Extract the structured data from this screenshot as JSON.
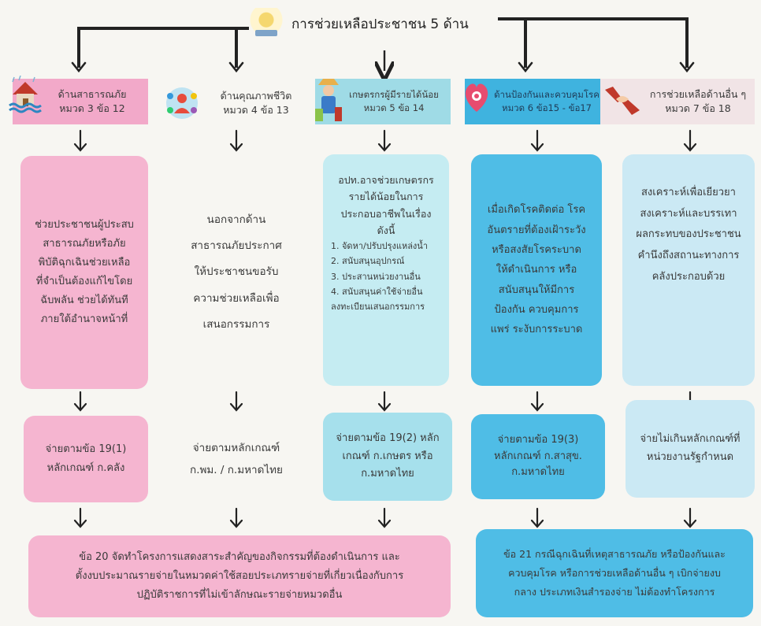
{
  "title": "การช่วยเหลือประชาชน 5 ด้าน",
  "title_icon": "government-logo-icon",
  "columns": [
    {
      "header": [
        "ด้านสาธารณภัย",
        "หมวด 3 ข้อ 12"
      ],
      "icon": "flood-house-icon",
      "box1": [
        "ช่วยประชาชนผู้ประสบ",
        "สาธารณภัยหรือภัย",
        "พิบัติฉุกเฉินช่วยเหลือ",
        "ที่จำเป็นต้องแก้ไขโดย",
        "ฉับพลัน ช่วยได้ทันที",
        "ภายใต้อำนาจหน้าที่"
      ],
      "box2": [
        "จ่ายตามข้อ 19(1)",
        "หลักเกณฑ์ ก.คลัง"
      ]
    },
    {
      "header": [
        "ด้านคุณภาพชีวิต",
        "หมวด 4 ข้อ 13"
      ],
      "icon": "quality-of-life-icon",
      "box1": [
        "นอกจากด้าน",
        "สาธารณภัยประกาศ",
        "ให้ประชาชนขอรับ",
        "ความช่วยเหลือเพื่อ",
        "เสนอกรรมการ"
      ],
      "box2": [
        "จ่ายตามหลักเกณฑ์",
        "ก.พม. / ก.มหาดไทย"
      ]
    },
    {
      "header": [
        "เกษตรกรผู้มีรายได้น้อย",
        "หมวด 5 ข้อ 14"
      ],
      "icon": "farmer-icon",
      "box1_intro": [
        "อปท.อาจช่วยเกษตรกร",
        "รายได้น้อยในการ",
        "ประกอบอาชีพในเรื่อง",
        "ดังนี้"
      ],
      "box1_list": [
        "1. จัดหา/ปรับปรุงแหล่งน้ำ",
        "2. สนับสนุนอุปกรณ์",
        "3. ประสานหน่วยงานอื่น",
        "4. สนับสนุนค่าใช้จ่ายอื่น",
        "ลงทะเบียนเสนอกรรมการ"
      ],
      "box2": [
        "จ่ายตามข้อ 19(2) หลัก",
        "เกณฑ์ ก.เกษตร หรือ",
        "ก.มหาดไทย"
      ]
    },
    {
      "header": [
        "ด้านป้องกันและควบคุมโรค",
        "หมวด 6 ข้อ15 - ข้อ17"
      ],
      "icon": "disease-control-icon",
      "box1": [
        "เมื่อเกิดโรคติดต่อ โรค",
        "อันตรายที่ต้องเฝ้าระวัง",
        "หรือสงสัยโรคระบาด",
        "ให้ดำเนินการ หรือ",
        "สนับสนุนให้มีการ",
        "ป้องกัน ควบคุมการ",
        "แพร่ ระงับการระบาด"
      ],
      "box2": [
        "จ่ายตามข้อ 19(3)",
        "หลักเกณฑ์ ก.สาสุข.",
        "ก.มหาดไทย"
      ]
    },
    {
      "header": [
        "การช่วยเหลือด้านอื่น ๆ",
        "หมวด 7 ข้อ 18"
      ],
      "icon": "helping-hands-icon",
      "box1": [
        "สงเคราะห์เพื่อเยียวยา",
        "สงเคราะห์และบรรเทา",
        "ผลกระทบของประชาชน",
        "คำนึงถึงสถานะทางการ",
        "คลังประกอบด้วย"
      ],
      "box2": [
        "จ่ายไม่เกินหลักเกณฑ์ที่",
        "หน่วยงานรัฐกำหนด"
      ]
    }
  ],
  "bottom_left": [
    "ข้อ 20 จัดทำโครงการแสดงสาระสำคัญของกิจกรรมที่ต้องดำเนินการ และ",
    "ตั้งงบประมาณรายจ่ายในหมวดค่าใช้สอยประเภทรายจ่ายที่เกี่ยวเนื่องกับการ",
    "ปฏิบัติราชการที่ไม่เข้าลักษณะรายจ่ายหมวดอื่น"
  ],
  "bottom_right": [
    "ข้อ 21 กรณีฉุกเฉินที่เหตุสาธารณภัย หรือป้องกันและ",
    "ควบคุมโรค หรือการช่วยเหลือด้านอื่น ๆ เบิกจ่ายงบ",
    "กลาง ประเภทเงินสำรองจ่าย ไม่ต้องทำโครงการ"
  ],
  "colors": {
    "pink": "#f5b5d0",
    "light_cyan": "#c5ecf2",
    "blue": "#4fbde6",
    "light_blue": "#cbe9f4",
    "arrow": "#222222"
  }
}
